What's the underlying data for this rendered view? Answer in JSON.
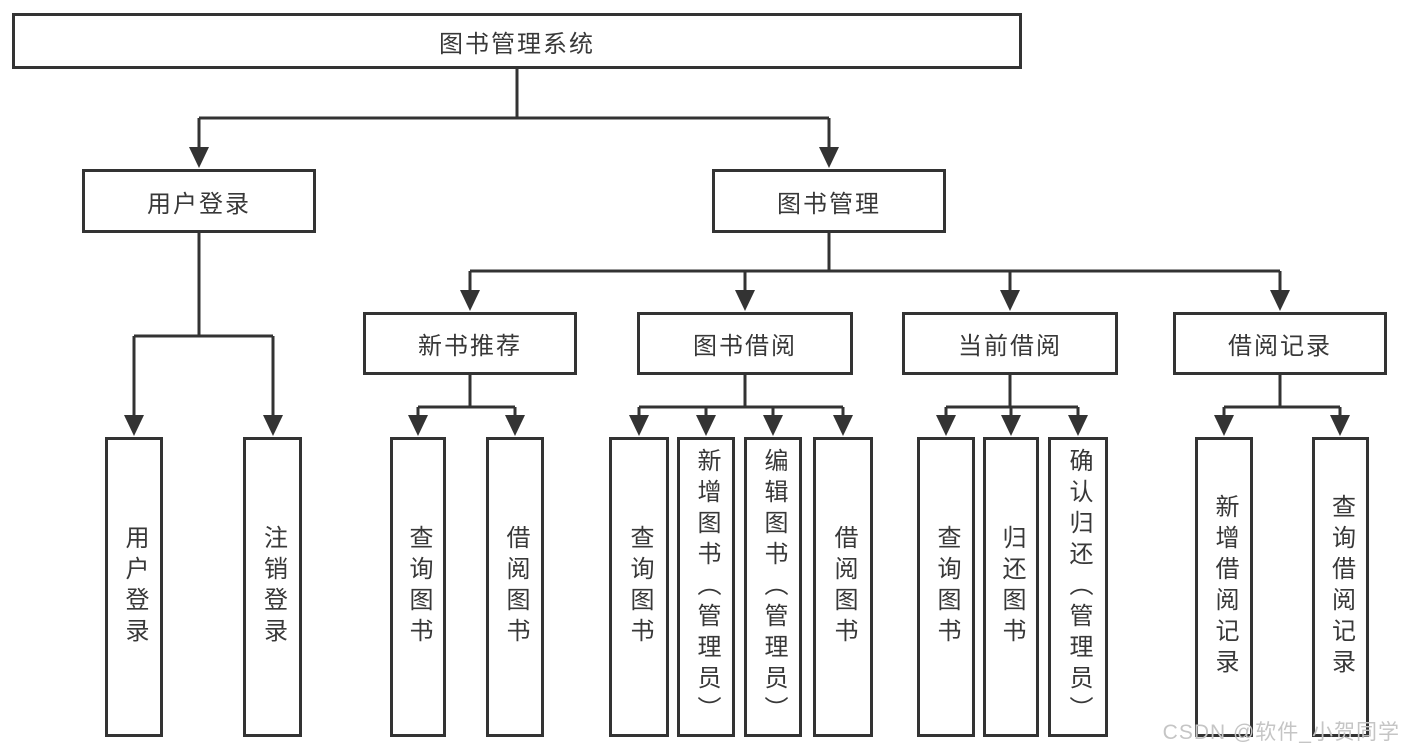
{
  "diagram_type": "hierarchy-tree",
  "colors": {
    "line": "#333333",
    "box_border": "#333333",
    "text": "#383838",
    "background": "#ffffff",
    "watermark": "#c5c5c5"
  },
  "tree": {
    "label": "图书管理系统",
    "children": [
      {
        "label": "用户登录",
        "children": [
          {
            "label": "用户登录"
          },
          {
            "label": "注销登录"
          }
        ]
      },
      {
        "label": "图书管理",
        "children": [
          {
            "label": "新书推荐",
            "children": [
              {
                "label": "查询图书"
              },
              {
                "label": "借阅图书"
              }
            ]
          },
          {
            "label": "图书借阅",
            "children": [
              {
                "label": "查询图书"
              },
              {
                "label": "新增图书（管理员）"
              },
              {
                "label": "编辑图书（管理员）"
              },
              {
                "label": "借阅图书"
              }
            ]
          },
          {
            "label": "当前借阅",
            "children": [
              {
                "label": "查询图书"
              },
              {
                "label": "归还图书"
              },
              {
                "label": "确认归还（管理员）"
              }
            ]
          },
          {
            "label": "借阅记录",
            "children": [
              {
                "label": "新增借阅记录"
              },
              {
                "label": "查询借阅记录"
              }
            ]
          }
        ]
      }
    ]
  },
  "watermark": {
    "text": "CSDN @软件_小贺同学"
  }
}
